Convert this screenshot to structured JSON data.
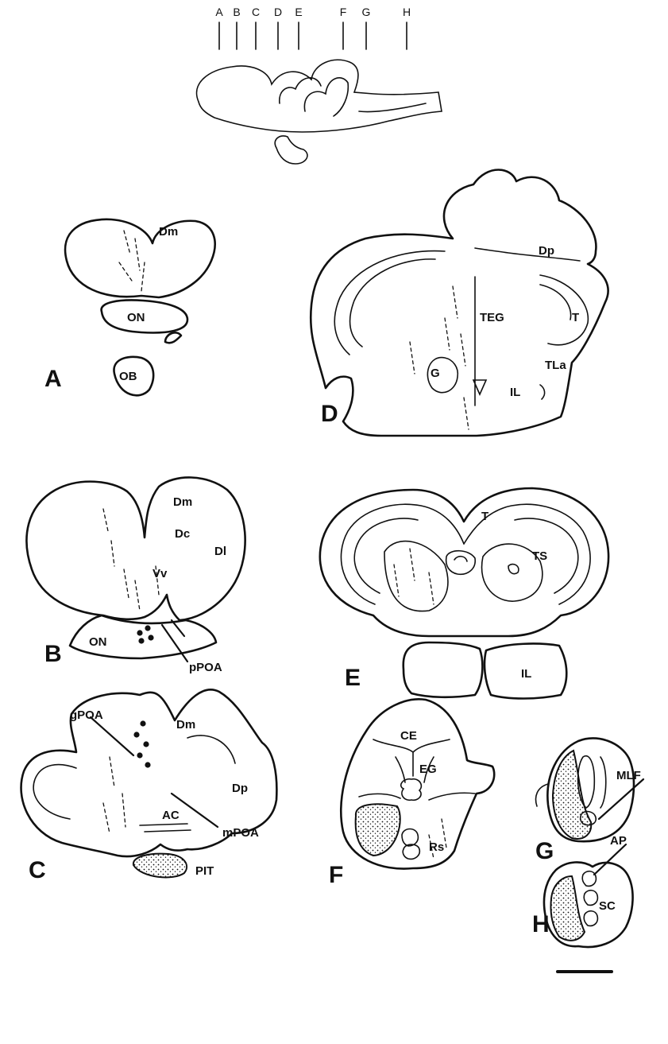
{
  "figure": {
    "section_levels": [
      "A",
      "B",
      "C",
      "D",
      "E",
      "F",
      "G",
      "H"
    ],
    "panels": {
      "A": {
        "letter": "A",
        "labels": {
          "dm": "Dm",
          "on": "ON",
          "ob": "OB"
        }
      },
      "B": {
        "letter": "B",
        "labels": {
          "dm": "Dm",
          "dc": "Dc",
          "dl": "Dl",
          "vv": "Vv",
          "on": "ON",
          "ppoa": "pPOA"
        }
      },
      "C": {
        "letter": "C",
        "labels": {
          "gpoa": "gPOA",
          "dm": "Dm",
          "dp": "Dp",
          "ac": "AC",
          "mpoa": "mPOA",
          "pit": "PIT"
        }
      },
      "D": {
        "letter": "D",
        "labels": {
          "dp": "Dp",
          "teg": "TEG",
          "t": "T",
          "g": "G",
          "tla": "TLa",
          "il": "IL"
        }
      },
      "E": {
        "letter": "E",
        "labels": {
          "t": "T",
          "ts": "TS",
          "il": "IL"
        }
      },
      "F": {
        "letter": "F",
        "labels": {
          "ce": "CE",
          "eg": "EG",
          "rs": "Rs"
        }
      },
      "G": {
        "letter": "G",
        "labels": {
          "mlf": "MLF"
        }
      },
      "H": {
        "letter": "H",
        "labels": {
          "ap": "AP",
          "sc": "SC"
        }
      }
    }
  }
}
